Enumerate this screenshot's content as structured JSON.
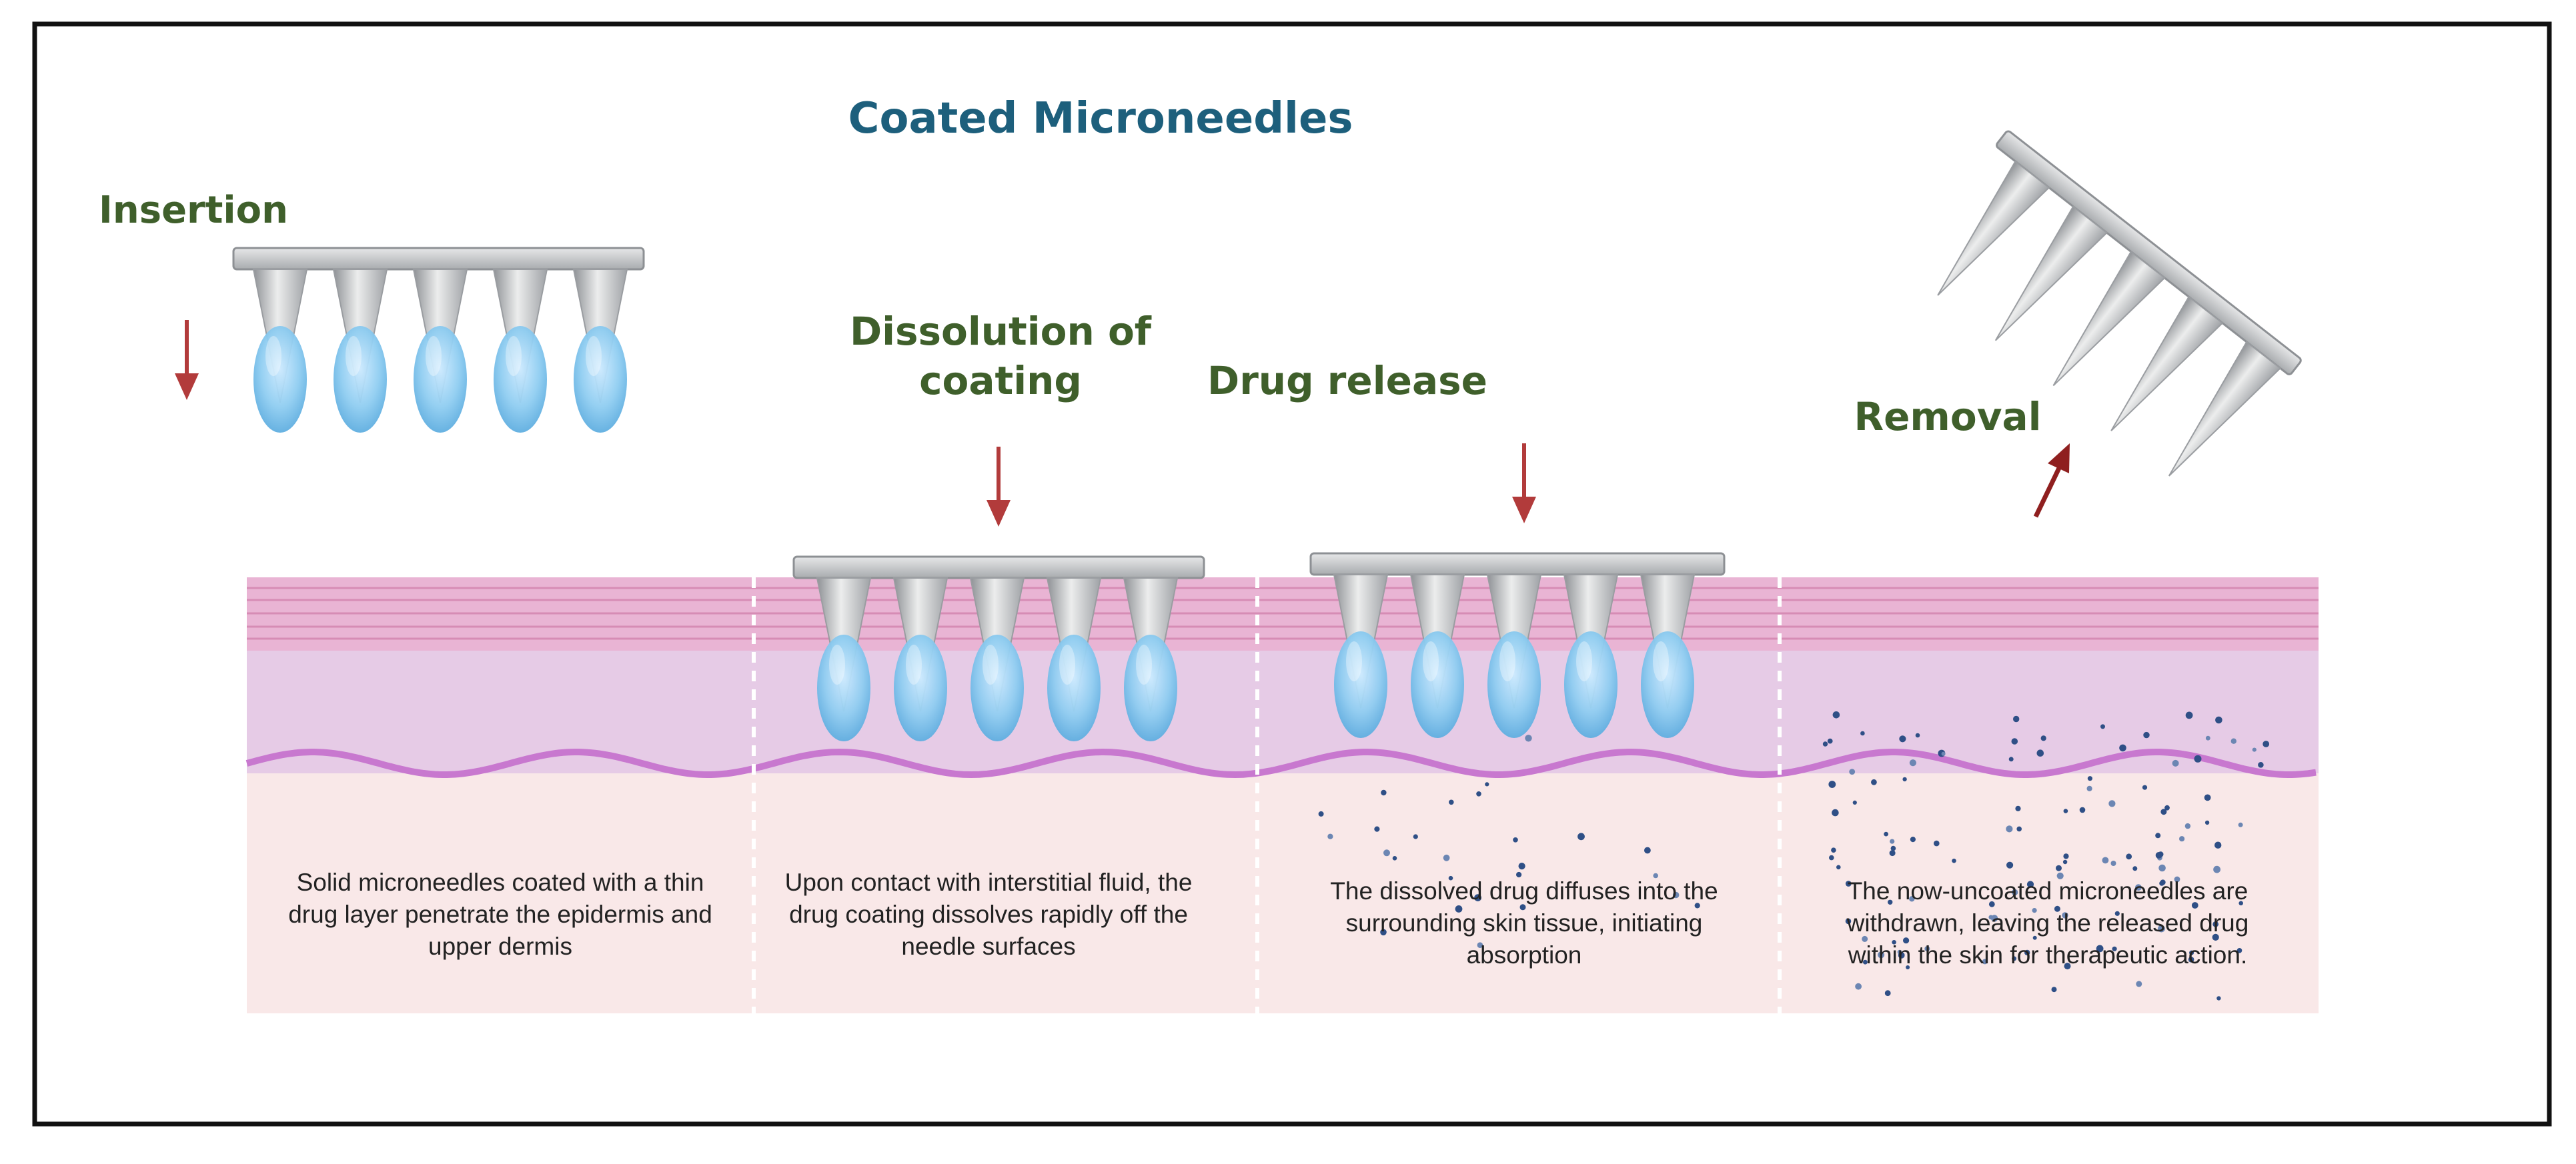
{
  "title": "Coated Microneedles",
  "stages": [
    {
      "label": "Insertion",
      "description": "Solid microneedles coated with a thin\ndrug layer penetrate the epidermis and\nupper dermis"
    },
    {
      "label": "Dissolution of\ncoating",
      "description": "Upon contact with interstitial fluid, the\ndrug coating dissolves rapidly off the\nneedle surfaces"
    },
    {
      "label": "Drug release",
      "description": "The dissolved drug diffuses into the\nsurrounding skin tissue, initiating\nabsorption"
    },
    {
      "label": "Removal",
      "description": "The now-uncoated microneedles are\nwithdrawn, leaving the released drug\nwithin the skin for therapeutic action."
    }
  ],
  "colors": {
    "title": "#1d5f7c",
    "stage_label": "#3f5f2b",
    "arrow": "#b23b3b",
    "epidermis": "#e9b4d4",
    "dermis": "#e6cbe6",
    "hypodermis": "#f9e8e8",
    "basement_membrane": "#c878cf",
    "coating": "#8fcdf1",
    "needle": "#c4c6c9",
    "drug_particle": "#2f4f86",
    "frame": "#111111"
  }
}
